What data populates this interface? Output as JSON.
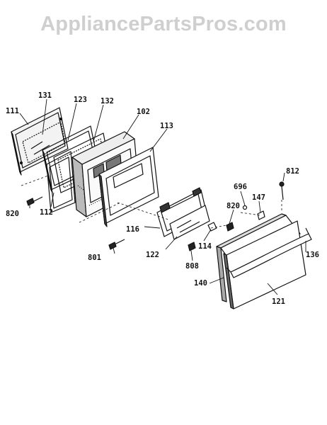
{
  "watermark": "AppliancePartsPros.com",
  "colors": {
    "ink": "#111111",
    "watermark": "#cfcfcf",
    "background": "#ffffff"
  },
  "labels": {
    "p111": "111",
    "p131": "131",
    "p123": "123",
    "p132": "132",
    "p102": "102",
    "p113": "113",
    "p820a": "820",
    "p112": "112",
    "p801": "801",
    "p116": "116",
    "p122": "122",
    "p114": "114",
    "p808": "808",
    "p696": "696",
    "p147": "147",
    "p812": "812",
    "p820b": "820",
    "p136": "136",
    "p140": "140",
    "p121": "121"
  }
}
